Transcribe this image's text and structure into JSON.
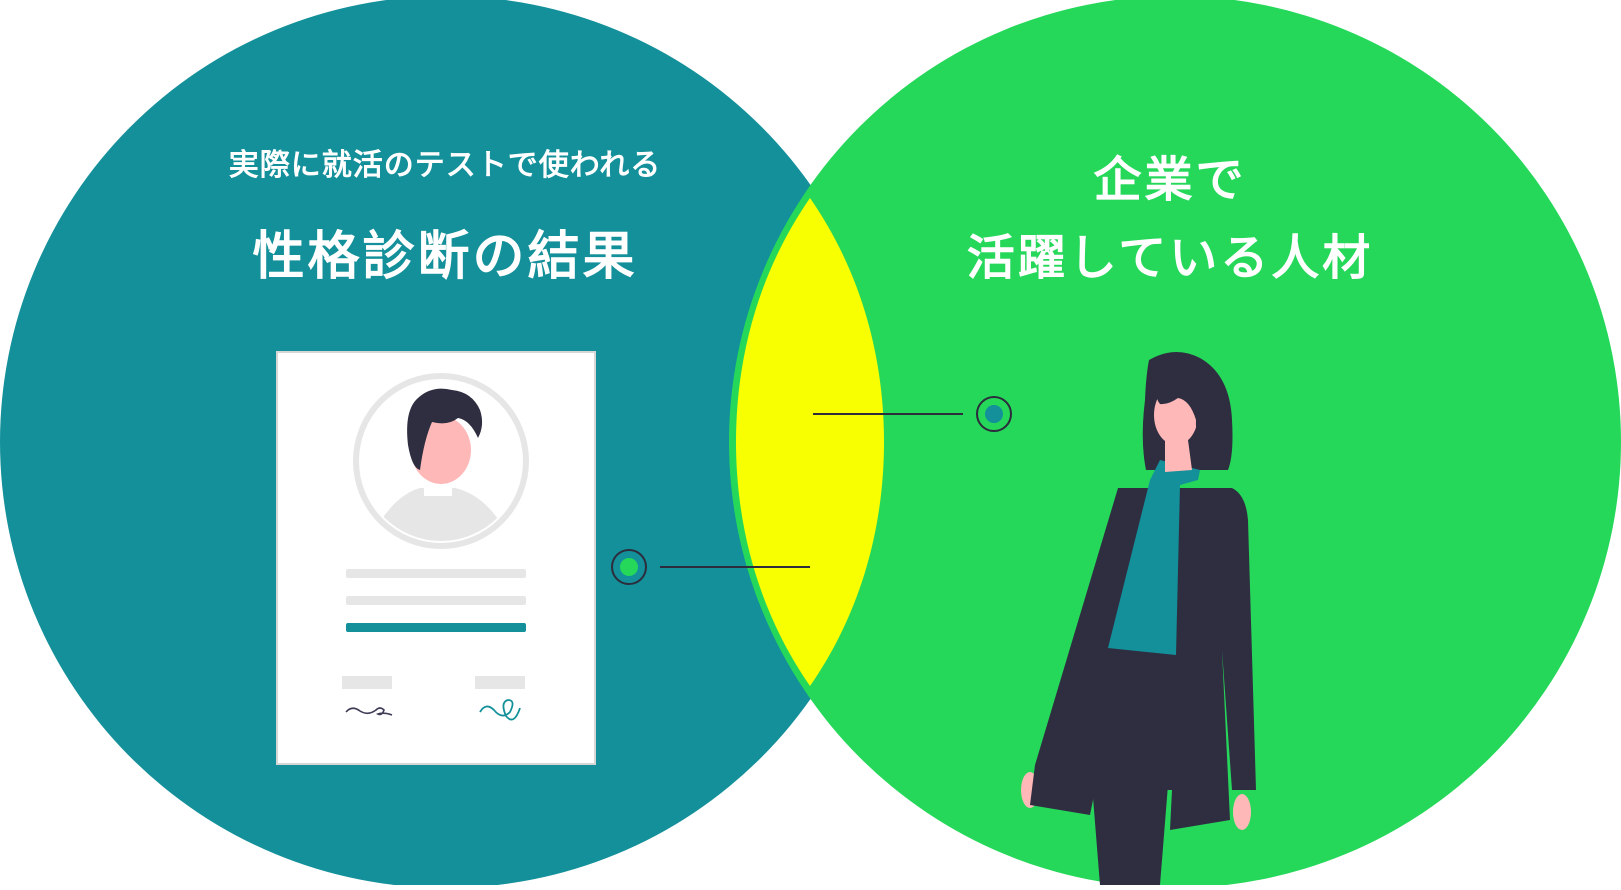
{
  "left_circle": {
    "subtitle": "実際に就活のテストで使われる",
    "title": "性格診断の結果",
    "color": "#13909a"
  },
  "right_circle": {
    "title_line1": "企業で",
    "title_line2": "活躍している人材",
    "color": "#25d85a"
  },
  "overlap": {
    "color": "#f7ff00"
  },
  "profile_card": {
    "icon": "resume-profile-icon"
  },
  "person": {
    "icon": "woman-standing-illustration"
  },
  "connectors": {
    "marker_left_color": "#25d85a",
    "marker_right_color": "#13909a",
    "line_color": "#2c2c3c"
  }
}
